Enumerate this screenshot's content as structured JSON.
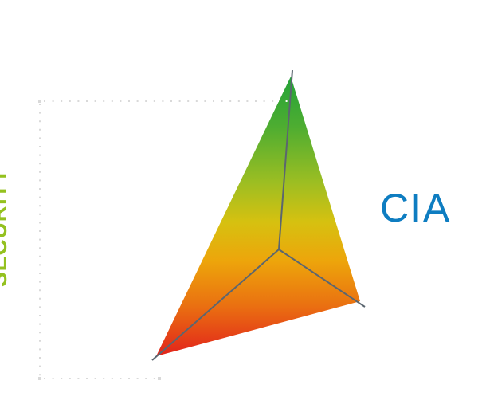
{
  "diagram": {
    "type": "security-tetrahedron",
    "axis_label": "SECURITY",
    "corner_label": "CIA",
    "gradient_order": [
      "green (top / high security)",
      "yellow-green",
      "yellow",
      "orange",
      "red (bottom / low security)"
    ]
  },
  "colors": {
    "security-label": "#94c11f",
    "cia-label": "#0e7dc1",
    "wire": "#5b6670",
    "dotted-frame": "#d9d9d9",
    "grad-0": "#23a338",
    "grad-1": "#4ead31",
    "grad-2": "#9dbe22",
    "grad-3": "#d6c110",
    "grad-4": "#eda50b",
    "grad-5": "#ea7011",
    "grad-6": "#e2231b"
  }
}
